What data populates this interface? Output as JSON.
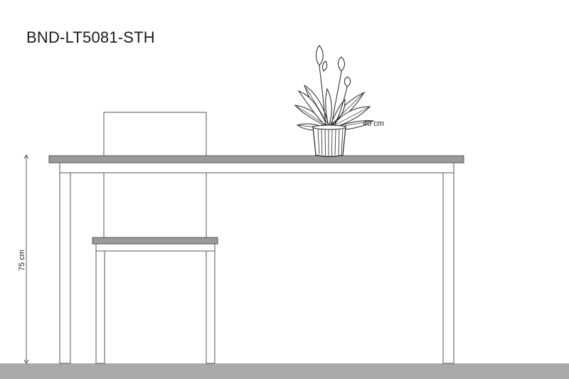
{
  "title": "BND-LT5081-STH",
  "dimensions": {
    "table_height_label": "75 cm",
    "plant_height_label": "40 cm"
  },
  "colors": {
    "floor": "#a9a9a9",
    "tabletop": "#9a9a9a",
    "line": "#555555"
  }
}
